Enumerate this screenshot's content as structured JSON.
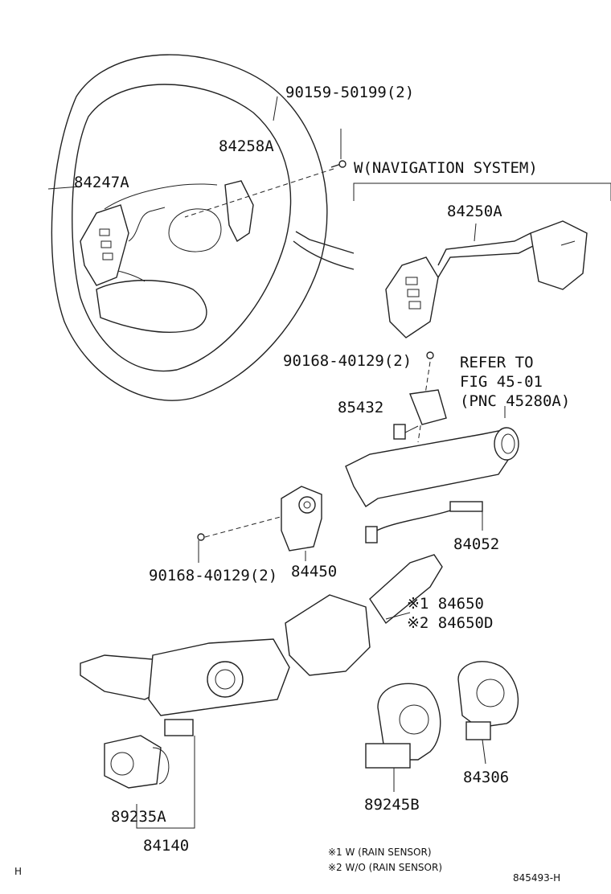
{
  "parts": {
    "p90159": "90159-50199(2)",
    "p84258A": "84258A",
    "p84247A": "84247A",
    "nav_label": "W(NAVIGATION SYSTEM)",
    "p84250A": "84250A",
    "p90168a": "90168-40129(2)",
    "refer1": "REFER TO",
    "refer2": "FIG 45-01",
    "refer3": "(PNC 45280A)",
    "p85432": "85432",
    "p84052": "84052",
    "p90168b": "90168-40129(2)",
    "p84450": "84450",
    "p84650": "※1 84650",
    "p84650D": "※2 84650D",
    "p89245B": "89245B",
    "p84306": "84306",
    "p89235A": "89235A",
    "p84140": "84140"
  },
  "notes": {
    "n1": "※1 W (RAIN SENSOR)",
    "n2": "※2 W/O (RAIN SENSOR)",
    "corner_left": "H",
    "corner_right": "845493-H"
  }
}
